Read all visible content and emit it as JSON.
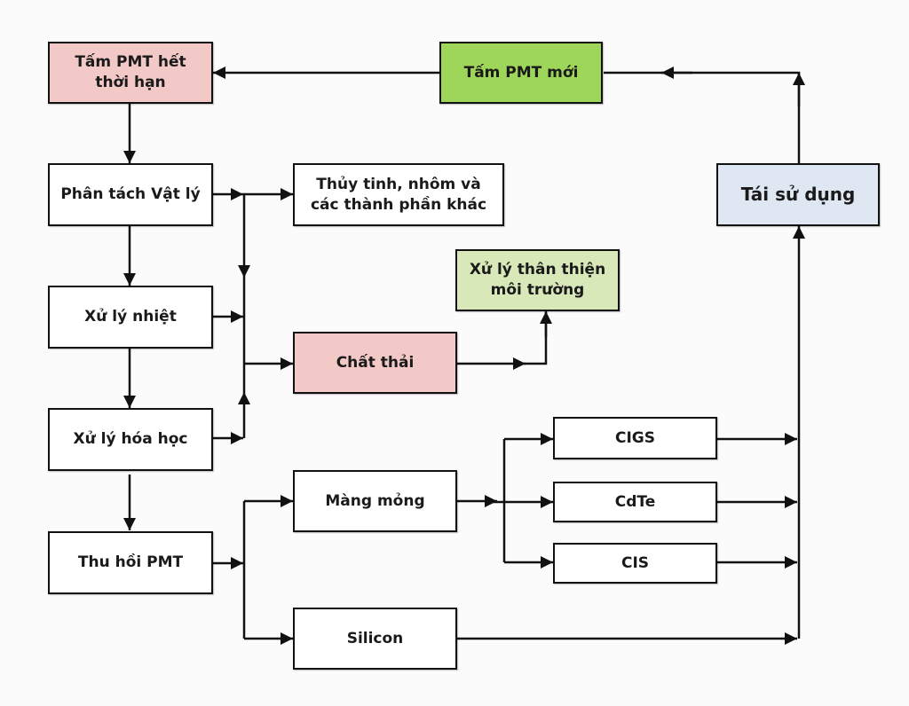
{
  "colors": {
    "pink": "#f2c9c7",
    "green": "#9ed65a",
    "light_green": "#d8e8b9",
    "light_blue": "#dfe7f3",
    "white": "#ffffff",
    "line": "#111111"
  },
  "nodes": {
    "expired_panel": "Tấm PMT hết\nthời hạn",
    "new_panel": "Tấm PMT mới",
    "physical_separation": "Phân tách Vật lý",
    "glass_aluminum": "Thủy tinh, nhôm và\ncác thành phần khác",
    "eco_treatment": "Xử lý thân thiện\nmôi trường",
    "heat_treatment": "Xử lý nhiệt",
    "waste": "Chất thải",
    "chemical_treatment": "Xử lý hóa học",
    "reuse": "Tái sử dụng",
    "cigs": "CIGS",
    "thin_film": "Màng mỏng",
    "cdte": "CdTe",
    "pmt_recovery": "Thu hồi PMT",
    "cis": "CIS",
    "silicon": "Silicon"
  },
  "edges": [
    {
      "from": "new_panel",
      "to": "expired_panel"
    },
    {
      "from": "reuse",
      "to": "new_panel"
    },
    {
      "from": "expired_panel",
      "to": "physical_separation"
    },
    {
      "from": "physical_separation",
      "to": "heat_treatment"
    },
    {
      "from": "heat_treatment",
      "to": "chemical_treatment"
    },
    {
      "from": "chemical_treatment",
      "to": "pmt_recovery"
    },
    {
      "from": "physical_separation",
      "to": "glass_aluminum"
    },
    {
      "from": "physical_separation",
      "to": "waste"
    },
    {
      "from": "heat_treatment",
      "to": "waste"
    },
    {
      "from": "chemical_treatment",
      "to": "waste"
    },
    {
      "from": "waste",
      "to": "eco_treatment"
    },
    {
      "from": "pmt_recovery",
      "to": "thin_film"
    },
    {
      "from": "pmt_recovery",
      "to": "silicon"
    },
    {
      "from": "thin_film",
      "to": "cigs"
    },
    {
      "from": "thin_film",
      "to": "cdte"
    },
    {
      "from": "thin_film",
      "to": "cis"
    },
    {
      "from": "cigs",
      "to": "reuse"
    },
    {
      "from": "cdte",
      "to": "reuse"
    },
    {
      "from": "cis",
      "to": "reuse"
    },
    {
      "from": "silicon",
      "to": "reuse"
    }
  ]
}
